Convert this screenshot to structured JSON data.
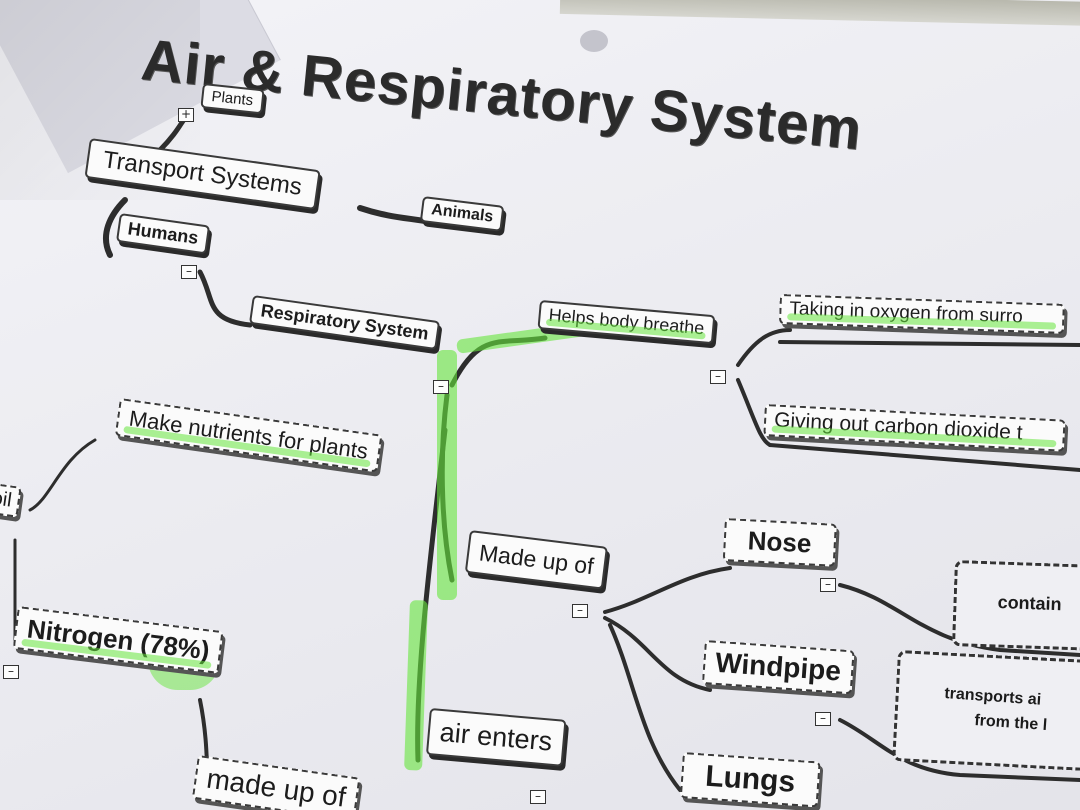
{
  "title": "Air & Respiratory System",
  "nodes": {
    "plants": "Plants",
    "transport_systems": "Transport Systems",
    "animals": "Animals",
    "humans": "Humans",
    "respiratory_system": "Respiratory System",
    "helps_body_breathe": "Helps body breathe",
    "taking_in_oxygen": "Taking in oxygen from surro",
    "giving_out_co2": "Giving out carbon dioxide t",
    "made_up_of": "Made up of",
    "nose": "Nose",
    "windpipe": "Windpipe",
    "lungs": "Lungs",
    "air_enters": "air enters",
    "make_nutrients": "Make nutrients for plants",
    "nitrogen": "Nitrogen (78%)",
    "made_up_of_2": "made up of",
    "soil_fragment": "oil",
    "contains_fragment": "contain",
    "transports_line1": "transports ai",
    "transports_line2": "from the l"
  },
  "toggles": {
    "expand": "+",
    "collapse": "–"
  },
  "colors": {
    "highlighter": "#66e63c",
    "ink": "#2b2b2b"
  }
}
